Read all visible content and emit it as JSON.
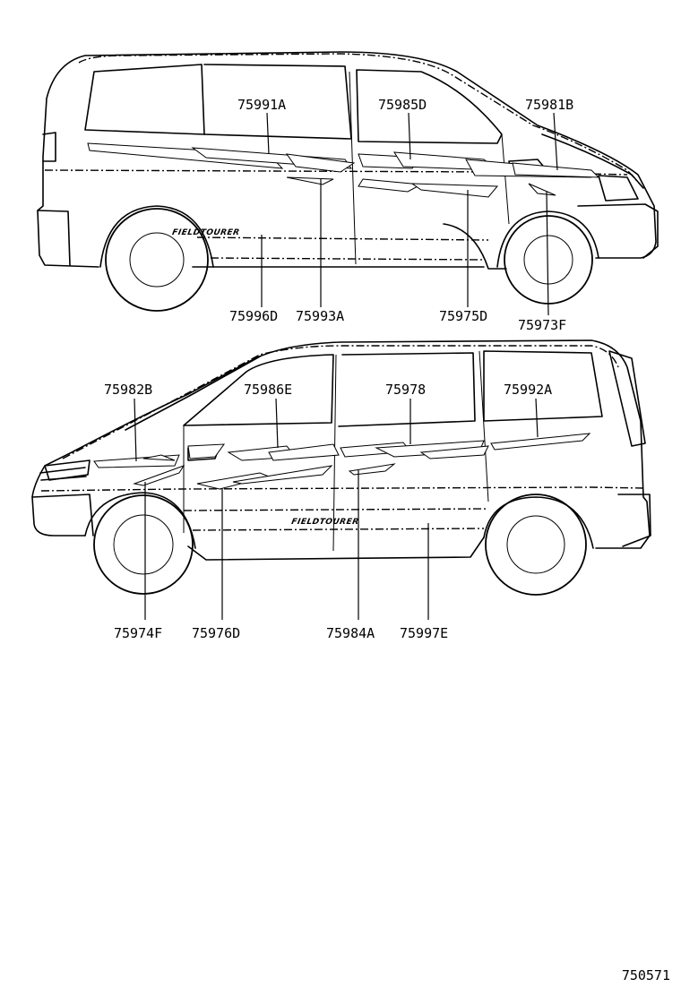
{
  "views": [
    {
      "id": "right-side",
      "script_badge": "FIELDTOURER",
      "callouts": [
        "75991A",
        "75985D",
        "75981B",
        "75996D",
        "75993A",
        "75975D",
        "75973F"
      ]
    },
    {
      "id": "left-side",
      "script_badge": "FIELDTOURER",
      "callouts": [
        "75982B",
        "75986E",
        "75978",
        "75992A",
        "75974F",
        "75976D",
        "75984A",
        "75997E"
      ]
    }
  ],
  "drawing_number": "750571"
}
